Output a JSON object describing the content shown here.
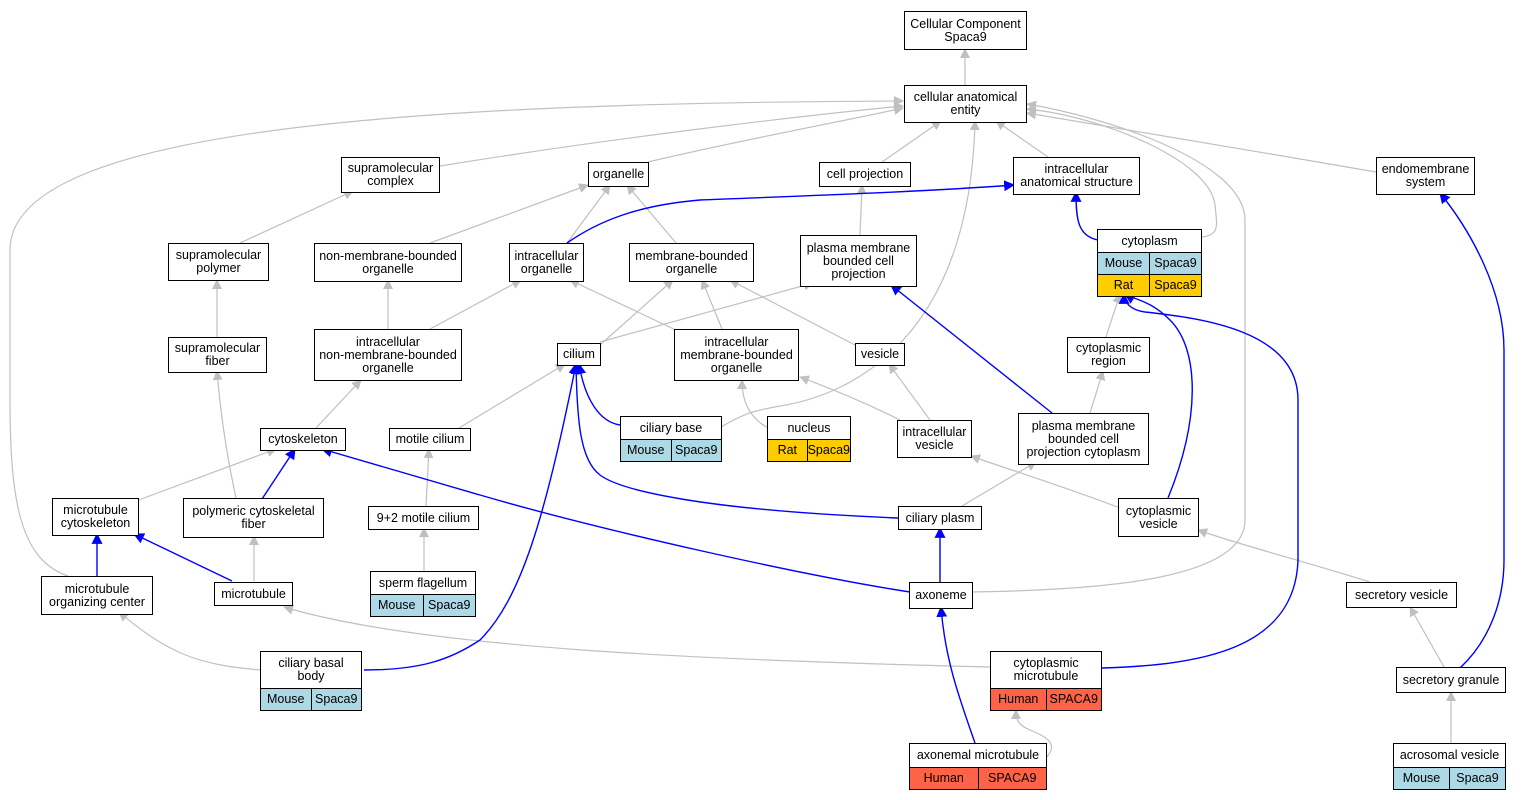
{
  "colors": {
    "is_a_edge": "#c0c0c0",
    "part_of_edge": "#0000ff",
    "mouse": "#add8e6",
    "rat": "#ffcc00",
    "human": "#ff6347"
  },
  "nodes": {
    "root": {
      "label": "Cellular Component\nSpaca9"
    },
    "cae": {
      "label": "cellular anatomical\nentity"
    },
    "supcomplex": {
      "label": "supramolecular\ncomplex"
    },
    "organelle": {
      "label": "organelle"
    },
    "cellproj": {
      "label": "cell projection"
    },
    "ias": {
      "label": "intracellular\nanatomical structure"
    },
    "endomem": {
      "label": "endomembrane\nsystem"
    },
    "suppoly": {
      "label": "supramolecular\npolymer"
    },
    "nmbo": {
      "label": "non-membrane-bounded\norganelle"
    },
    "intorg": {
      "label": "intracellular\norganelle"
    },
    "mbo": {
      "label": "membrane-bounded\norganelle"
    },
    "pmbcp": {
      "label": "plasma membrane\nbounded cell\nprojection"
    },
    "cytoplasm": {
      "label": "cytoplasm",
      "annotations": [
        [
          "Mouse",
          "Spaca9"
        ],
        [
          "Rat",
          "Spaca9"
        ]
      ]
    },
    "supfiber": {
      "label": "supramolecular\nfiber"
    },
    "inmbo": {
      "label": "intracellular\nnon-membrane-bounded\norganelle"
    },
    "cilium": {
      "label": "cilium"
    },
    "imbo": {
      "label": "intracellular\nmembrane-bounded\norganelle"
    },
    "vesicle": {
      "label": "vesicle"
    },
    "cytoregion": {
      "label": "cytoplasmic\nregion"
    },
    "cytoskeleton": {
      "label": "cytoskeleton"
    },
    "motilecilium": {
      "label": "motile cilium"
    },
    "ciliarybase": {
      "label": "ciliary base",
      "annotations": [
        [
          "Mouse",
          "Spaca9"
        ]
      ]
    },
    "nucleus": {
      "label": "nucleus",
      "annotations": [
        [
          "Rat",
          "Spaca9"
        ]
      ]
    },
    "intvesicle": {
      "label": "intracellular\nvesicle"
    },
    "pmbcpc": {
      "label": "plasma membrane\nbounded cell\nprojection cytoplasm"
    },
    "mtcytoskel": {
      "label": "microtubule\ncytoskeleton"
    },
    "polycytofiber": {
      "label": "polymeric cytoskeletal\nfiber"
    },
    "ninetwo": {
      "label": "9+2 motile cilium"
    },
    "ciliaryplasm": {
      "label": "ciliary plasm"
    },
    "cytovesicle": {
      "label": "cytoplasmic\nvesicle"
    },
    "mtoc": {
      "label": "microtubule\norganizing center"
    },
    "microtubule": {
      "label": "microtubule"
    },
    "spermflag": {
      "label": "sperm flagellum",
      "annotations": [
        [
          "Mouse",
          "Spaca9"
        ]
      ]
    },
    "axoneme": {
      "label": "axoneme"
    },
    "secvesicle": {
      "label": "secretory vesicle"
    },
    "ciliarybasal": {
      "label": "ciliary basal\nbody",
      "annotations": [
        [
          "Mouse",
          "Spaca9"
        ]
      ]
    },
    "cytomt": {
      "label": "cytoplasmic\nmicrotubule",
      "annotations": [
        [
          "Human",
          "SPACA9"
        ]
      ]
    },
    "secgranule": {
      "label": "secretory granule"
    },
    "axonemalmt": {
      "label": "axonemal microtubule",
      "annotations": [
        [
          "Human",
          "SPACA9"
        ]
      ]
    },
    "acrosomal": {
      "label": "acrosomal vesicle",
      "annotations": [
        [
          "Mouse",
          "Spaca9"
        ]
      ]
    }
  }
}
